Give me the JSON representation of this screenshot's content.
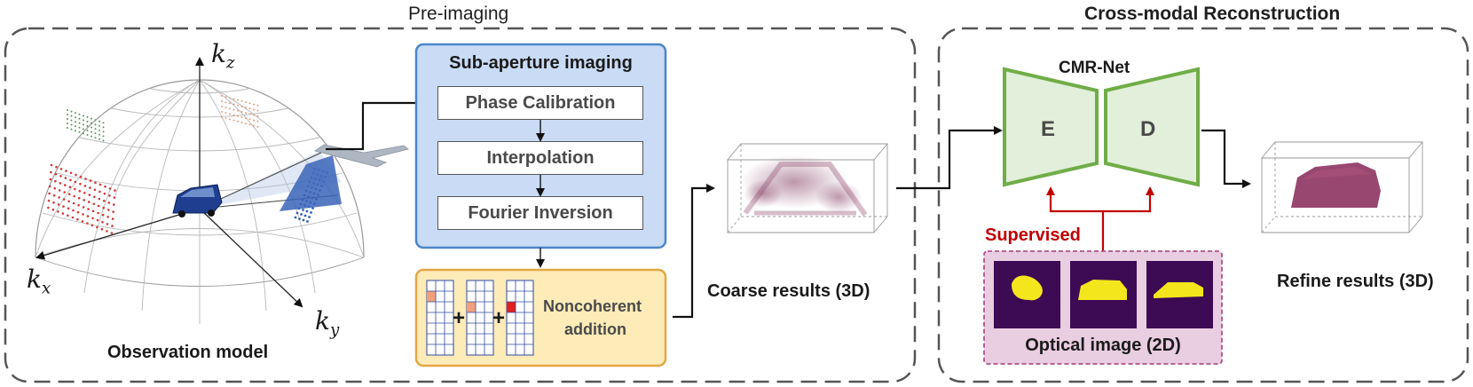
{
  "sections": {
    "pre_imaging": "Pre-imaging",
    "cross_modal": "Cross-modal Reconstruction"
  },
  "observation": {
    "caption": "Observation model",
    "axis_z": "k",
    "axis_z_sub": "z",
    "axis_x": "k",
    "axis_x_sub": "x",
    "axis_y": "k",
    "axis_y_sub": "y"
  },
  "sub_aperture": {
    "title": "Sub-aperture imaging",
    "steps": [
      "Phase Calibration",
      "Interpolation",
      "Fourier Inversion"
    ]
  },
  "noncoherent": {
    "line1": "Noncoherent",
    "line2": "addition",
    "plus": "+"
  },
  "coarse": {
    "caption": "Coarse results (3D)"
  },
  "network": {
    "title": "CMR-Net",
    "encoder": "E",
    "decoder": "D"
  },
  "supervised": {
    "label": "Supervised",
    "caption": "Optical image (2D)"
  },
  "refine": {
    "caption": "Refine results (3D)"
  },
  "colors": {
    "blue_box_fill": "#c9dbf5",
    "blue_box_stroke": "#4a86c8",
    "yellow_box_fill": "#fdebb8",
    "yellow_box_stroke": "#e3a845",
    "net_fill": "#e2efda",
    "net_stroke": "#70ad47",
    "purple_box_fill": "#e9cde0",
    "purple_box_stroke": "#b0508a",
    "supervised_red": "#c00000"
  }
}
